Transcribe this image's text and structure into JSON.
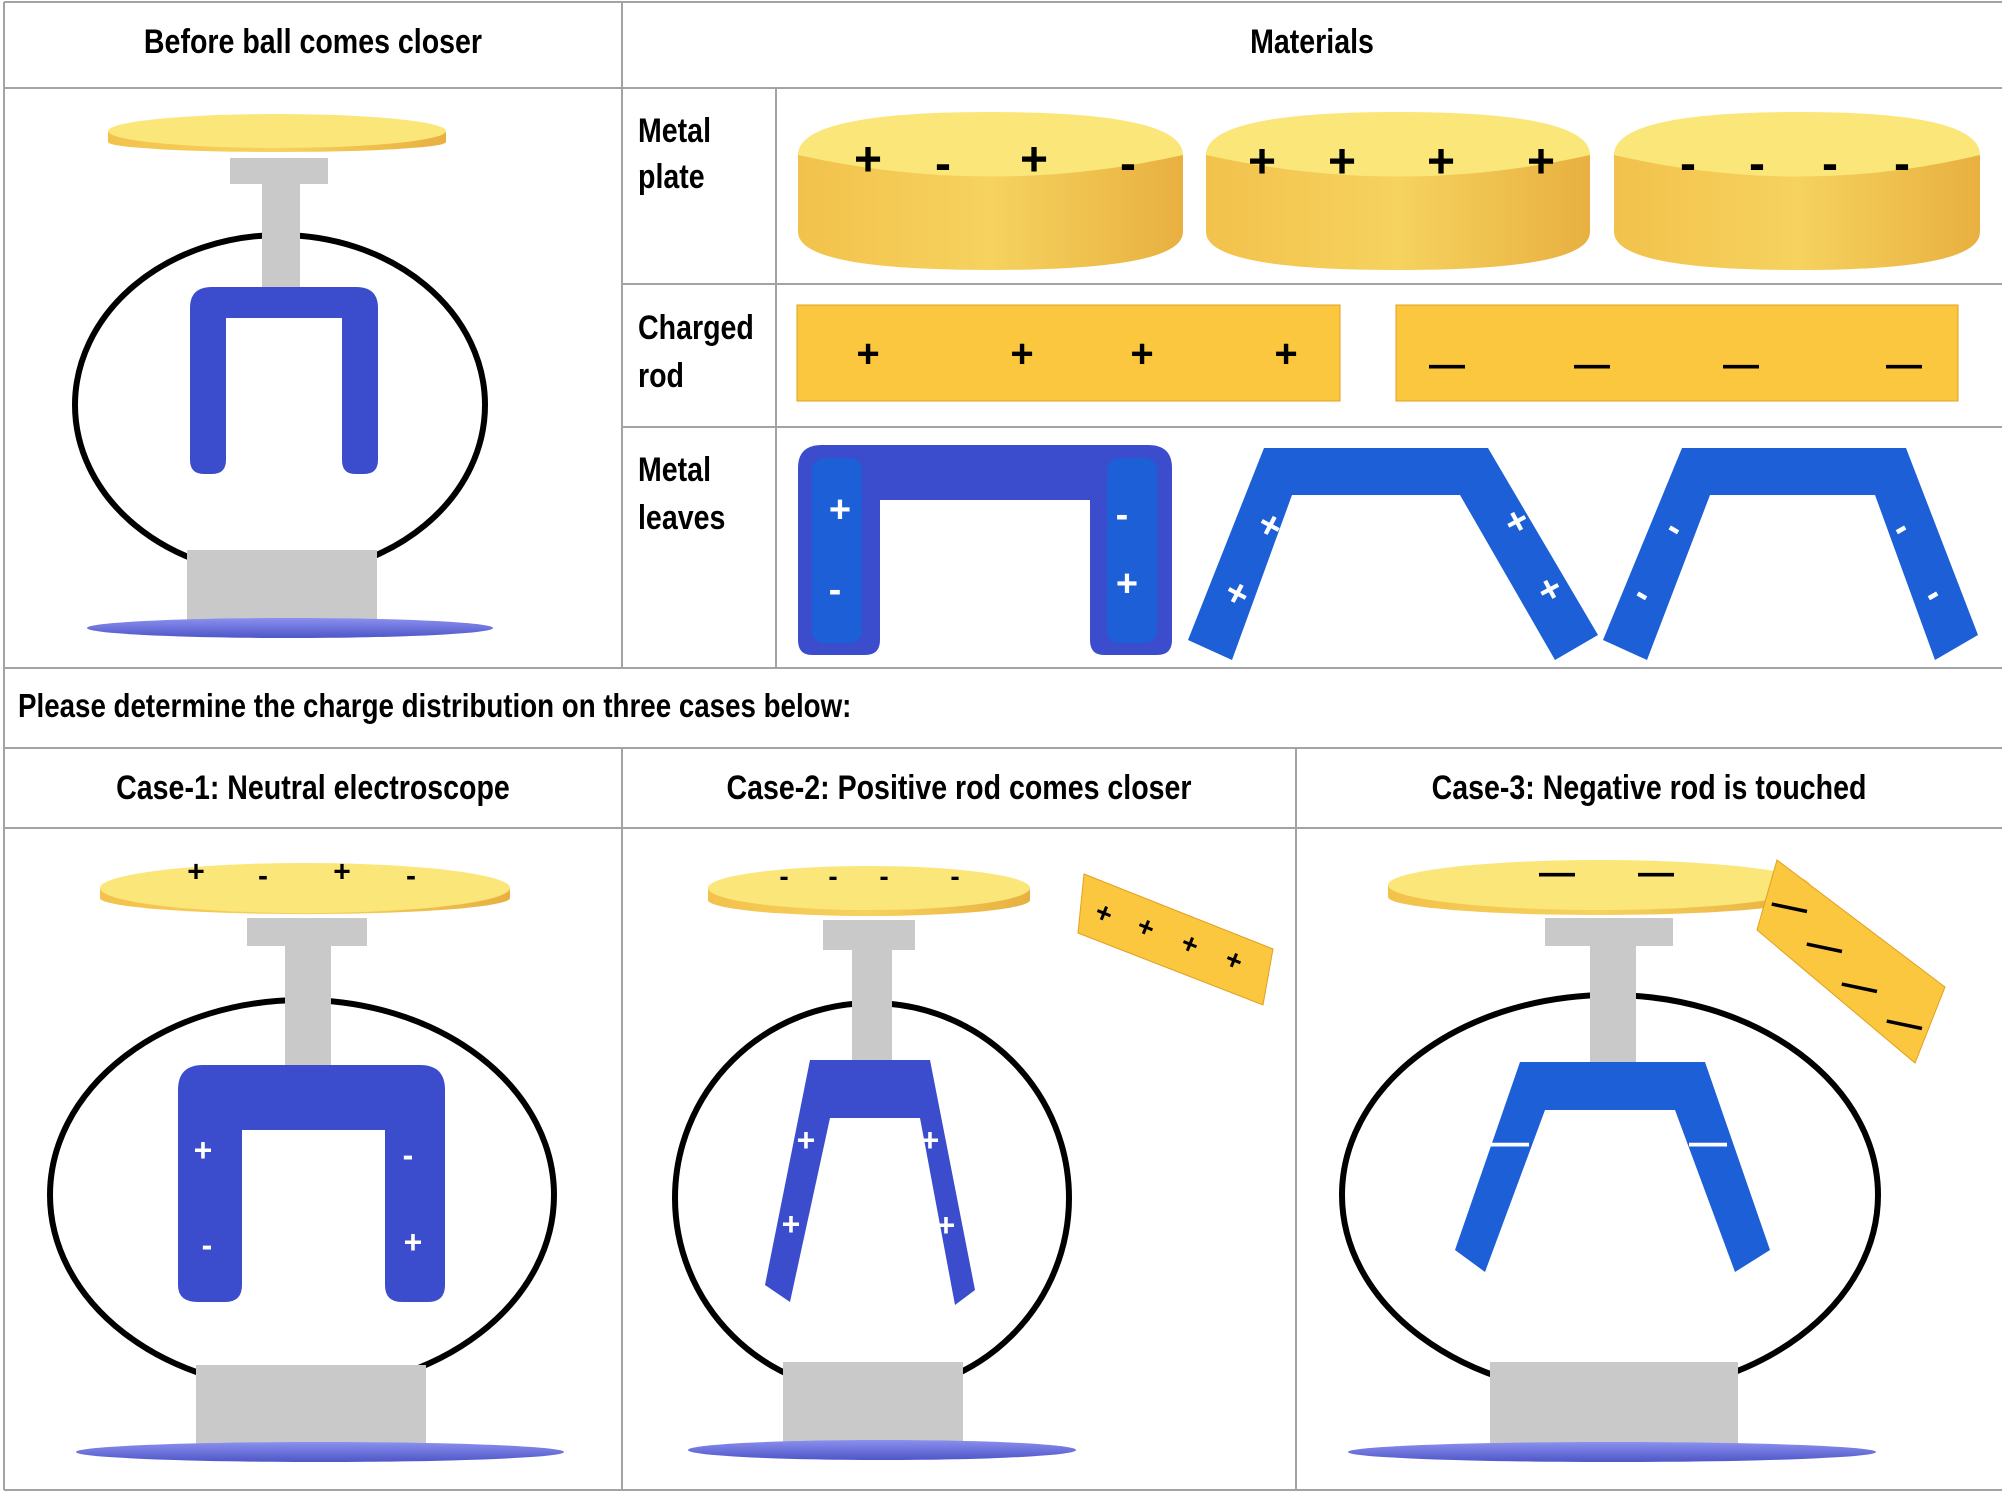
{
  "headers": {
    "before": "Before ball comes closer",
    "materials": "Materials"
  },
  "materials": {
    "metal_plate_label": [
      "Metal",
      "plate"
    ],
    "charged_rod_label": [
      "Charged",
      "rod"
    ],
    "metal_leaves_label": [
      "Metal",
      "leaves"
    ],
    "plate_charges": [
      [
        "+",
        "-",
        "+",
        "-"
      ],
      [
        "+",
        "+",
        "+",
        "+"
      ],
      [
        "-",
        "-",
        "-",
        "-"
      ]
    ],
    "rod_charges": [
      [
        "+",
        "+",
        "+",
        "+"
      ],
      [
        "—",
        "—",
        "—",
        "—"
      ]
    ],
    "leaves_charges": [
      [
        "+",
        "-",
        "-",
        "+"
      ],
      [
        "+",
        "+",
        "+",
        "+"
      ],
      [
        "-",
        "-",
        "-",
        "-"
      ]
    ]
  },
  "instruction": "Please determine the charge distribution on three cases below:",
  "cases": [
    {
      "title": "Case-1: Neutral electroscope",
      "plate_charges": [
        "+",
        "-",
        "+",
        "-"
      ],
      "leaf_charges": [
        "+",
        "-",
        "-",
        "+"
      ]
    },
    {
      "title": "Case-2: Positive rod comes closer",
      "plate_charges": [
        "-",
        "-",
        "-",
        "-"
      ],
      "rod_charges": [
        "+",
        "+",
        "+",
        "+"
      ],
      "leaf_charges": [
        "+",
        "+",
        "+",
        "+"
      ]
    },
    {
      "title": "Case-3: Negative rod is touched",
      "plate_charges": [
        "—",
        "—"
      ],
      "rod_charges": [
        "—",
        "—",
        "—",
        "—"
      ],
      "leaf_charges": [
        "—",
        "—"
      ]
    }
  ],
  "colors": {
    "plate_top": "#fbe67a",
    "plate_side": "#eebd45",
    "rod": "#fbc73e",
    "leaf_violet": "#3b4ccc",
    "leaf_blue": "#1c5fd6",
    "stem": "#c8c8c8",
    "base": "#6e74dc",
    "grid": "#a0a0a0"
  }
}
